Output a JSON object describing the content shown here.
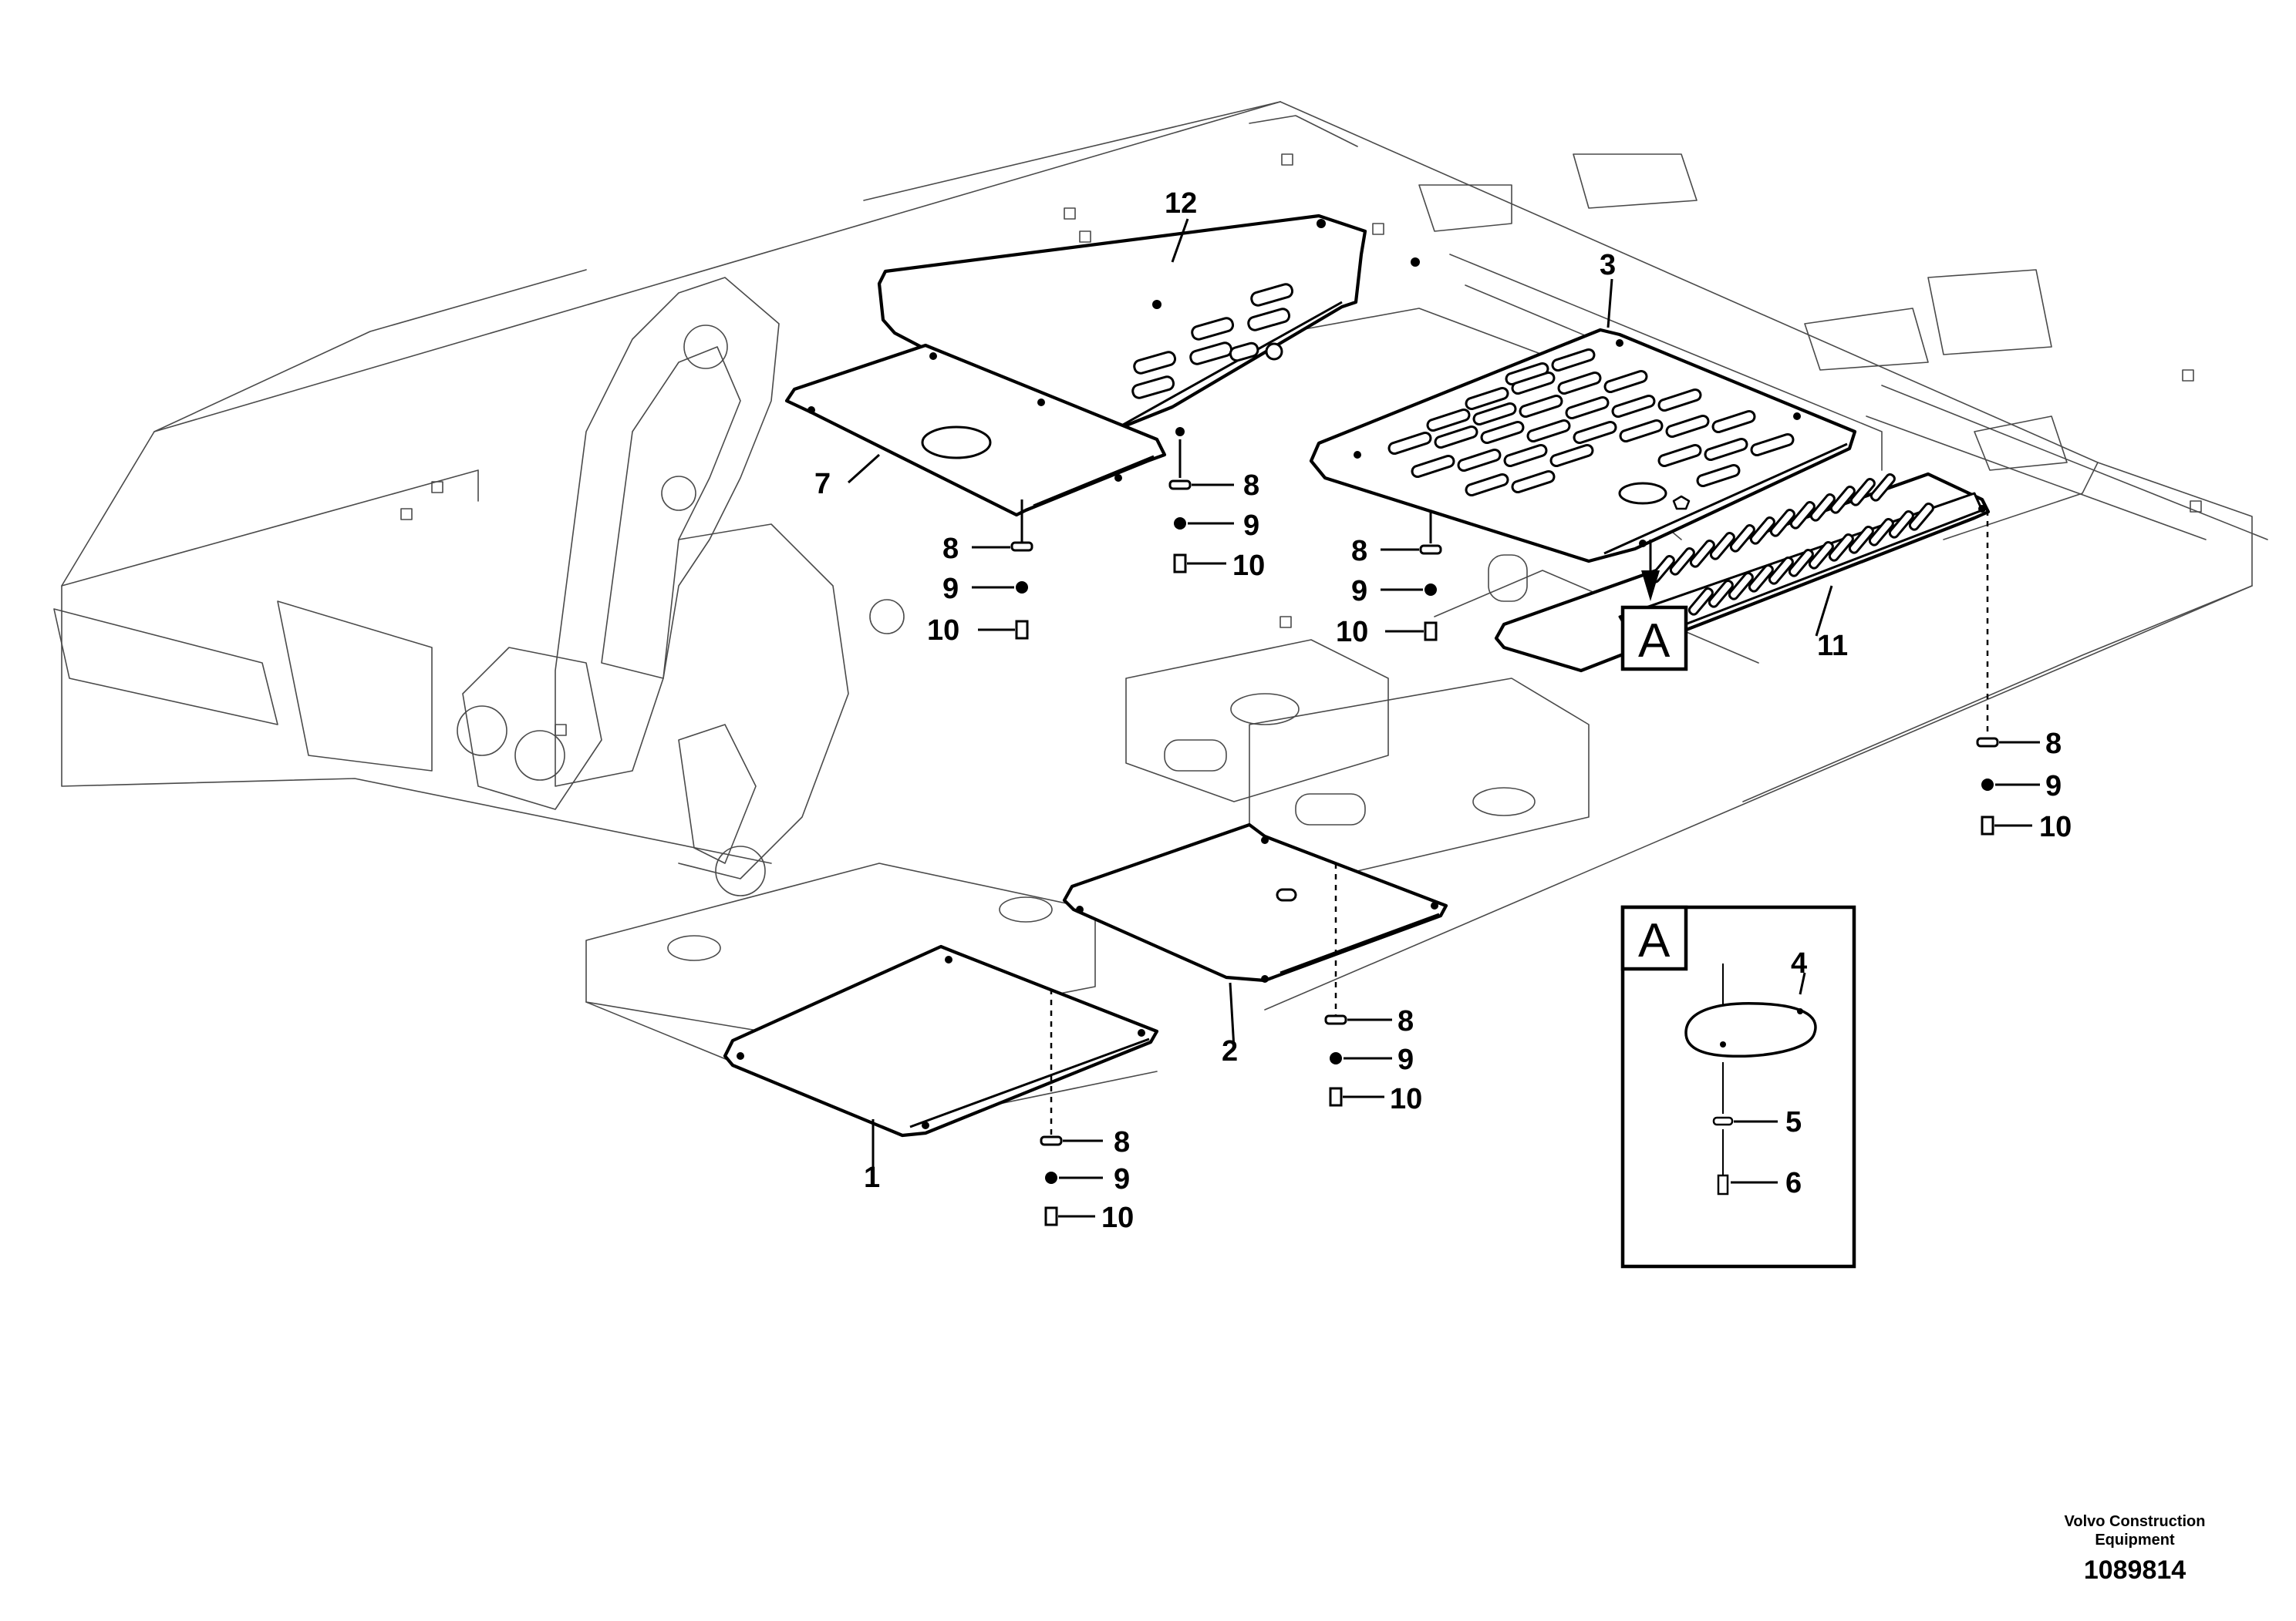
{
  "callouts": {
    "c1": "1",
    "c2": "2",
    "c3": "3",
    "c4": "4",
    "c5": "5",
    "c6": "6",
    "c7": "7",
    "c8": "8",
    "c9": "9",
    "c10": "10",
    "c11": "11",
    "c12": "12"
  },
  "detail": {
    "letter": "A"
  },
  "footer": {
    "brand_line1": "Volvo Construction",
    "brand_line2": "Equipment",
    "drawing_number": "1089814"
  }
}
